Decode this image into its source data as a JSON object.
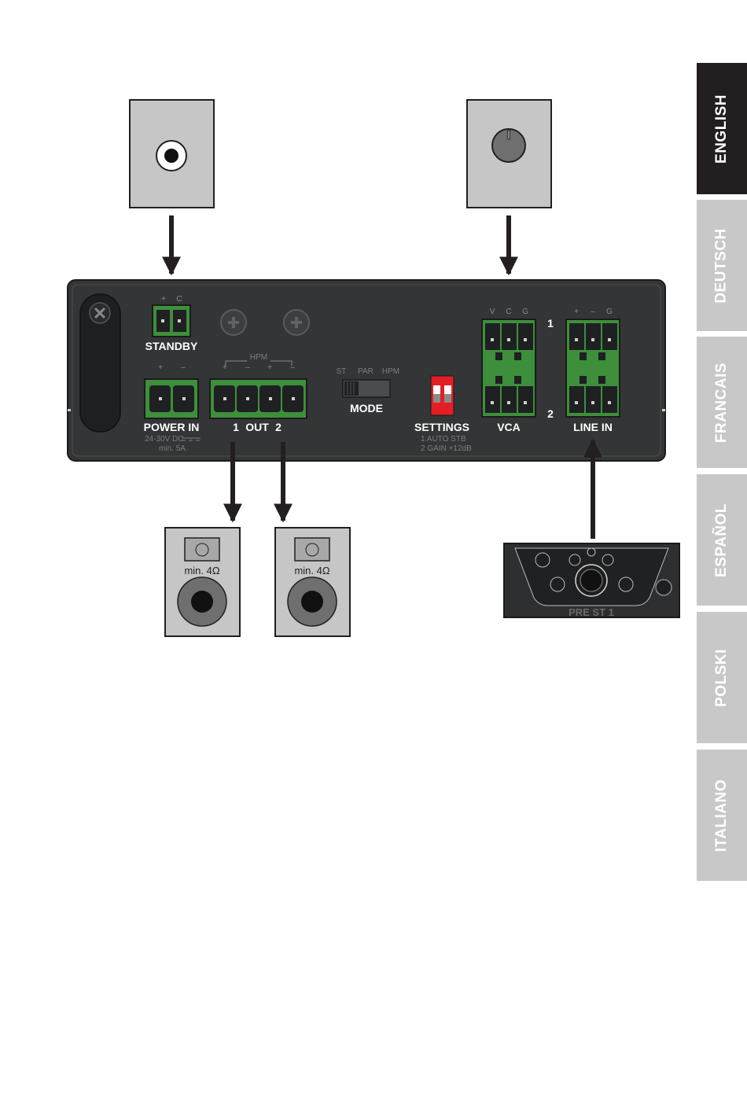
{
  "languages": [
    {
      "label": "ENGLISH",
      "active": true
    },
    {
      "label": "DEUTSCH",
      "active": false
    },
    {
      "label": "FRANCAIS",
      "active": false
    },
    {
      "label": "ESPAÑOL",
      "active": false
    },
    {
      "label": "POLSKI",
      "active": false
    },
    {
      "label": "ITALIANO",
      "active": false
    }
  ],
  "panel": {
    "standby": {
      "label": "STANDBY",
      "pins": [
        "+",
        "C"
      ]
    },
    "power_in": {
      "label": "POWER IN",
      "pins": [
        "+",
        "–"
      ],
      "spec_line1": "24-30V DC",
      "spec_line2": "min. 5A"
    },
    "out": {
      "label": "OUT",
      "ch1": "1",
      "ch2": "2",
      "hpm": "HPM",
      "pins": [
        "+",
        "–",
        "+",
        "–"
      ]
    },
    "mode": {
      "label": "MODE",
      "options": [
        "ST",
        "PAR",
        "HPM"
      ]
    },
    "settings": {
      "label": "SETTINGS",
      "line1": "1  AUTO STB",
      "line2": "2  GAIN +12dB"
    },
    "vca": {
      "label": "VCA",
      "pins": [
        "V",
        "C",
        "G"
      ]
    },
    "line_in": {
      "label": "LINE IN",
      "pins": [
        "+",
        "–",
        "G"
      ]
    },
    "channel_1": "1",
    "channel_2": "2"
  },
  "speakers": [
    {
      "load": "min. 4Ω"
    },
    {
      "load": "min. 4Ω"
    }
  ],
  "preamp": {
    "model": "PRE ST 1"
  },
  "colors": {
    "panel": "#333536",
    "terminal_green": "#3d8f3c",
    "dip_red": "#e31e24",
    "tab_active": "#231f20",
    "tab_inactive": "#c8c8c8",
    "box_fill": "#c6c6c6"
  }
}
